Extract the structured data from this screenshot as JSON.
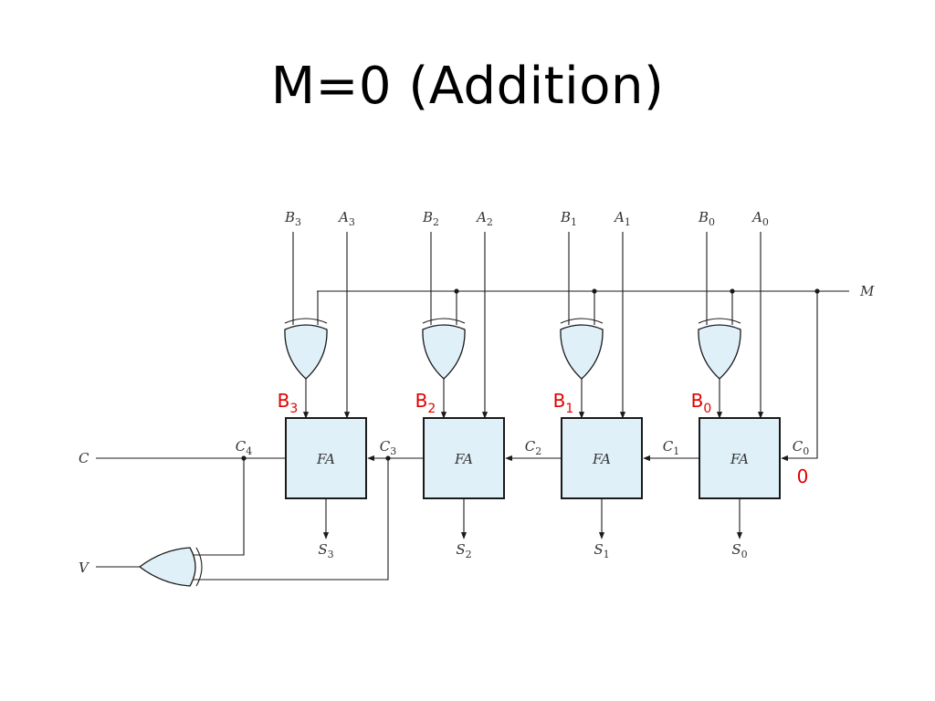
{
  "title": "M=0 (Addition)",
  "diagram": {
    "stages": [
      {
        "b_input": "B",
        "b_sub": "3",
        "a_input": "A",
        "a_sub": "3",
        "xor_out": "B",
        "xor_out_sub": "3",
        "block": "FA",
        "sum": "S",
        "sum_sub": "3"
      },
      {
        "b_input": "B",
        "b_sub": "2",
        "a_input": "A",
        "a_sub": "2",
        "xor_out": "B",
        "xor_out_sub": "2",
        "block": "FA",
        "sum": "S",
        "sum_sub": "2"
      },
      {
        "b_input": "B",
        "b_sub": "1",
        "a_input": "A",
        "a_sub": "1",
        "xor_out": "B",
        "xor_out_sub": "1",
        "block": "FA",
        "sum": "S",
        "sum_sub": "1"
      },
      {
        "b_input": "B",
        "b_sub": "0",
        "a_input": "A",
        "a_sub": "0",
        "xor_out": "B",
        "xor_out_sub": "0",
        "block": "FA",
        "sum": "S",
        "sum_sub": "0"
      }
    ],
    "carries": [
      {
        "name": "C",
        "sub": "4"
      },
      {
        "name": "C",
        "sub": "3"
      },
      {
        "name": "C",
        "sub": "2"
      },
      {
        "name": "C",
        "sub": "1"
      },
      {
        "name": "C",
        "sub": "0"
      }
    ],
    "mode_label": "M",
    "carry_in_value": "0",
    "carry_out_label": "C",
    "overflow_label": "V",
    "colors": {
      "block_fill": "#dff0f8",
      "annotation": "#e00000",
      "line": "#1a1a1a"
    }
  }
}
